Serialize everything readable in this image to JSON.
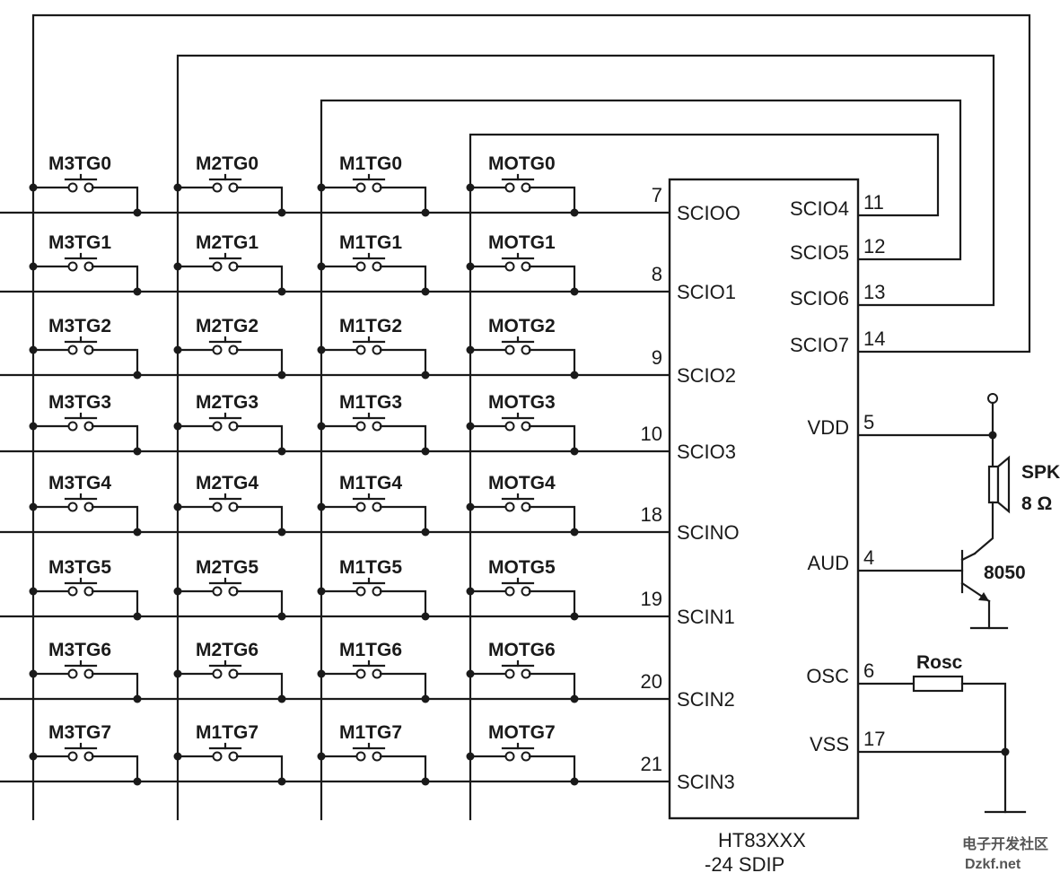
{
  "switch_columns": [
    {
      "labels": [
        "M3TG0",
        "M3TG1",
        "M3TG2",
        "M3TG3",
        "M3TG4",
        "M3TG5",
        "M3TG6",
        "M3TG7"
      ]
    },
    {
      "labels": [
        "M2TG0",
        "M2TG1",
        "M2TG2",
        "M2TG3",
        "M2TG4",
        "M2TG5",
        "M2TG6",
        "M1TG7"
      ]
    },
    {
      "labels": [
        "M1TG0",
        "M1TG1",
        "M1TG2",
        "M1TG3",
        "M1TG4",
        "M1TG5",
        "M1TG6",
        "M1TG7"
      ]
    },
    {
      "labels": [
        "MOTG0",
        "MOTG1",
        "MOTG2",
        "MOTG3",
        "MOTG4",
        "MOTG5",
        "MOTG6",
        "MOTG7"
      ]
    }
  ],
  "chip": {
    "name_line1": "HT83XXX",
    "name_line2": "-24 SDIP",
    "left_pins": [
      {
        "name": "SCIOO",
        "number": "7"
      },
      {
        "name": "SCIO1",
        "number": "8"
      },
      {
        "name": "SCIO2",
        "number": "9"
      },
      {
        "name": "SCIO3",
        "number": "10"
      },
      {
        "name": "SCINO",
        "number": "18"
      },
      {
        "name": "SCIN1",
        "number": "19"
      },
      {
        "name": "SCIN2",
        "number": "20"
      },
      {
        "name": "SCIN3",
        "number": "21"
      }
    ],
    "right_pins": [
      {
        "name": "SCIO4",
        "number": "11"
      },
      {
        "name": "SCIO5",
        "number": "12"
      },
      {
        "name": "SCIO6",
        "number": "13"
      },
      {
        "name": "SCIO7",
        "number": "14"
      },
      {
        "name": "VDD",
        "number": "5"
      },
      {
        "name": "AUD",
        "number": "4"
      },
      {
        "name": "OSC",
        "number": "6"
      },
      {
        "name": "VSS",
        "number": "17"
      }
    ]
  },
  "components": {
    "speaker_label": "SPK",
    "speaker_value": "8 Ω",
    "transistor_label": "8050",
    "resistor_label": "Rosc"
  },
  "watermark": {
    "line1": "电子开发社区",
    "line2": "Dzkf.net"
  }
}
